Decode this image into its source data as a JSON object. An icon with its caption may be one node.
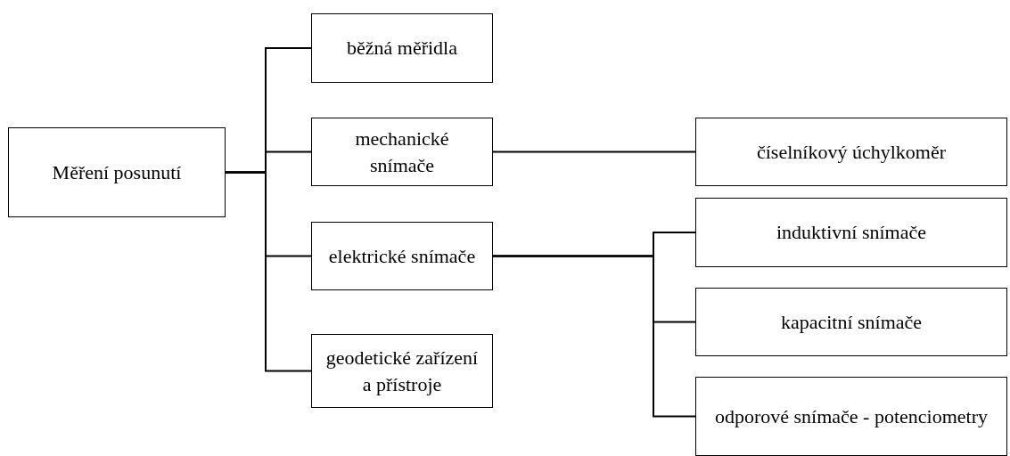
{
  "diagram": {
    "nodes": [
      {
        "text": [
          "Měření posunutí"
        ]
      },
      {
        "text": [
          "běžná měřidla"
        ]
      },
      {
        "text": [
          "mechanické snímače"
        ]
      },
      {
        "text": [
          "elektrické snímače"
        ]
      },
      {
        "text": [
          "geodetické zařízení a přístroje"
        ]
      },
      {
        "text": [
          "číselníkový úchylkoměr"
        ]
      },
      {
        "text": [
          "induktivní snímače"
        ]
      },
      {
        "text": [
          "kapacitní snímače"
        ]
      },
      {
        "text": [
          "odporové snímače - potenciometry"
        ]
      }
    ],
    "edges": [
      {
        "from": 0,
        "to": 1,
        "arrow": "none"
      },
      {
        "from": 0,
        "to": 2,
        "arrow": "none"
      },
      {
        "from": 0,
        "to": 3,
        "arrow": "none"
      },
      {
        "from": 0,
        "to": 4,
        "arrow": "none"
      },
      {
        "from": 2,
        "to": 5,
        "arrow": "none"
      },
      {
        "from": 3,
        "to": 6,
        "arrow": "none"
      },
      {
        "from": 3,
        "to": 7,
        "arrow": "none"
      },
      {
        "from": 3,
        "to": 8,
        "arrow": "none"
      }
    ]
  }
}
